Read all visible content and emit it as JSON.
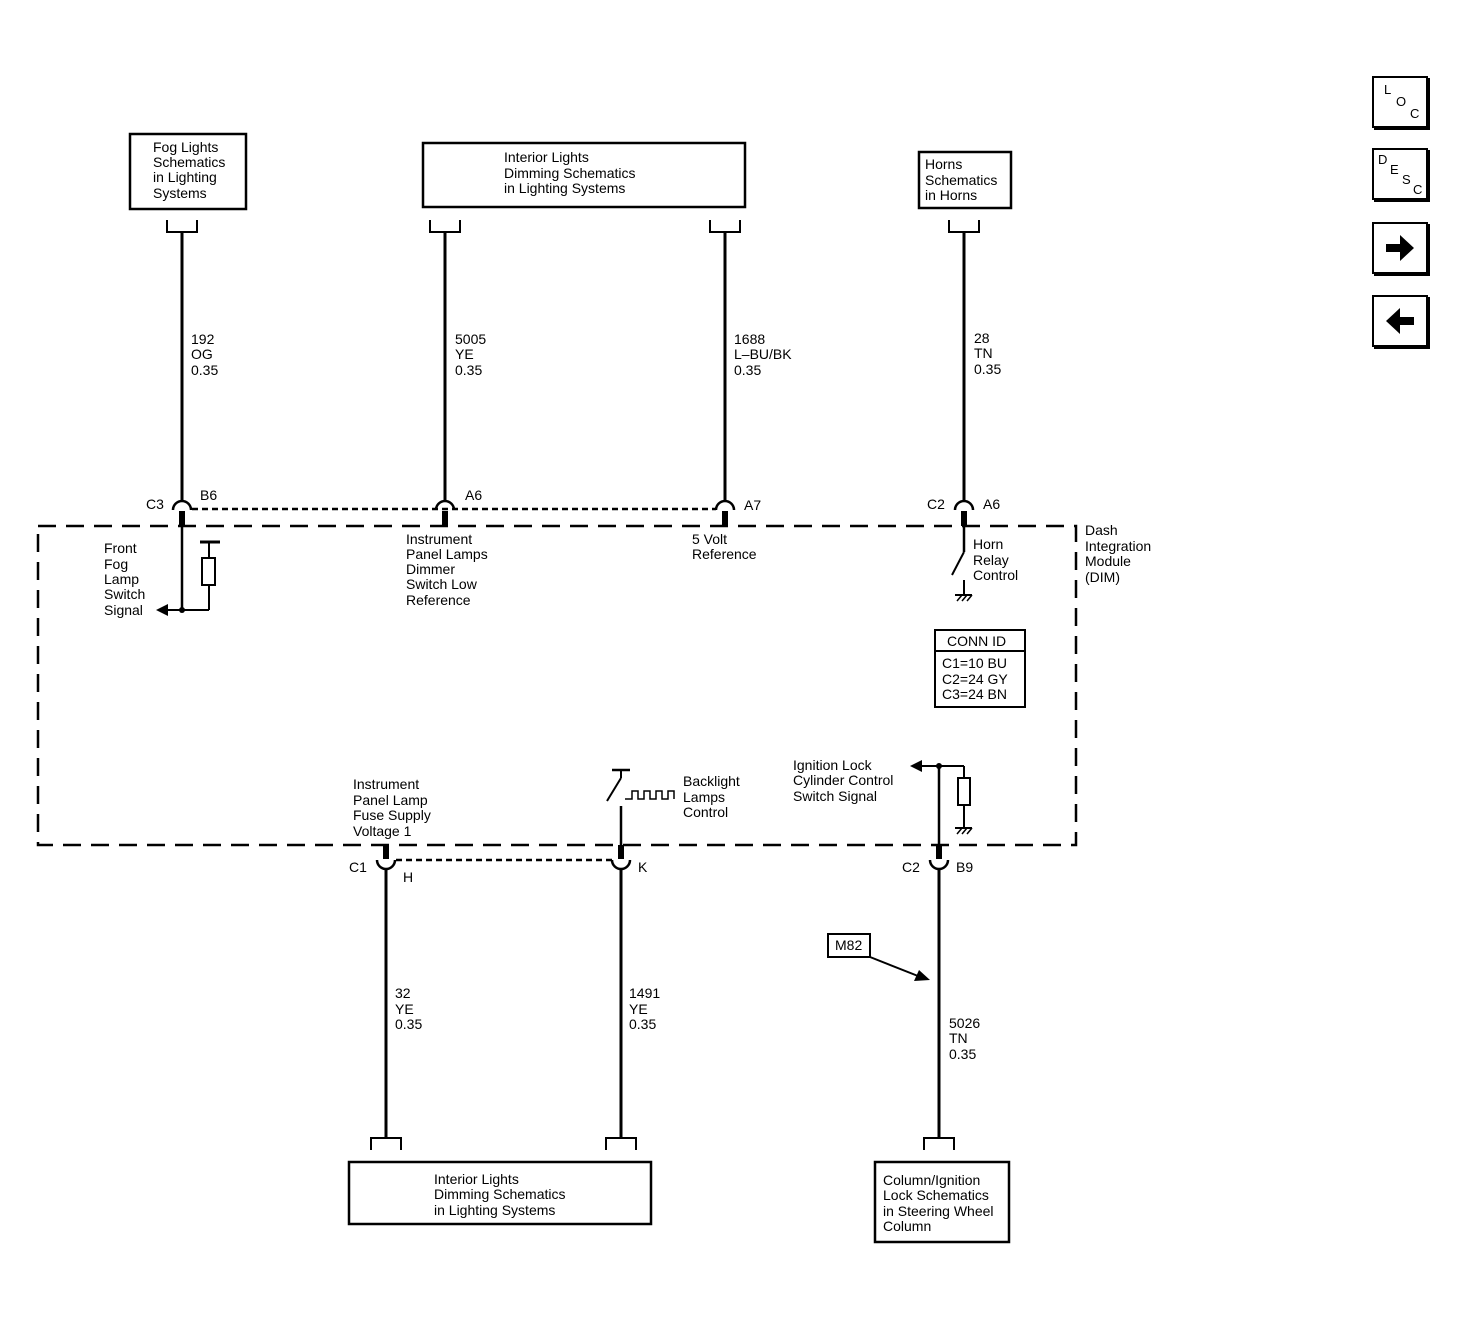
{
  "nav": {
    "loc": {
      "l1": "L",
      "l2": "O",
      "l3": "C"
    },
    "desc": {
      "l1": "D",
      "l2": "E",
      "l3": "S",
      "l4": "C"
    }
  },
  "boxes": {
    "fog_top": [
      "Fog Lights",
      "Schematics",
      "in Lighting",
      "Systems"
    ],
    "interior_top": [
      "Interior Lights",
      "Dimming Schematics",
      "in Lighting Systems"
    ],
    "horns_top": [
      "Horns",
      "Schematics",
      "in Horns"
    ],
    "interior_bottom": [
      "Interior Lights",
      "Dimming Schematics",
      "in Lighting Systems"
    ],
    "column_bottom": [
      "Column/Ignition",
      "Lock Schematics",
      "in Steering Wheel",
      "Column"
    ]
  },
  "wires": {
    "w192": [
      "192",
      "OG",
      "0.35"
    ],
    "w5005": [
      "5005",
      "YE",
      "0.35"
    ],
    "w1688": [
      "1688",
      "L–BU/BK",
      "0.35"
    ],
    "w28": [
      "28",
      "TN",
      "0.35"
    ],
    "w32": [
      "32",
      "YE",
      "0.35"
    ],
    "w1491": [
      "1491",
      "YE",
      "0.35"
    ],
    "w5026": [
      "5026",
      "TN",
      "0.35"
    ]
  },
  "connectors": {
    "c3": "C3",
    "b6": "B6",
    "a6": "A6",
    "a7": "A7",
    "c2_top": "C2",
    "a6_horn": "A6",
    "c1": "C1",
    "h": "H",
    "k": "K",
    "c2_bot": "C2",
    "b9": "B9"
  },
  "module": [
    "Dash",
    "Integration",
    "Module",
    "(DIM)"
  ],
  "circuits": {
    "front_fog": [
      "Front",
      "Fog",
      "Lamp",
      "Switch",
      "Signal"
    ],
    "ip_dimmer": [
      "Instrument",
      "Panel Lamps",
      "Dimmer",
      "Switch Low",
      "Reference"
    ],
    "five_volt": [
      "5 Volt",
      "Reference"
    ],
    "horn_relay": [
      "Horn",
      "Relay",
      "Control"
    ],
    "ip_fuse": [
      "Instrument",
      "Panel Lamp",
      "Fuse Supply",
      "Voltage 1"
    ],
    "backlight": [
      "Backlight",
      "Lamps",
      "Control"
    ],
    "ign_lock": [
      "Ignition Lock",
      "Cylinder Control",
      "Switch Signal"
    ]
  },
  "conn_id": {
    "title": "CONN ID",
    "rows": [
      "C1=10 BU",
      "C2=24 GY",
      "C3=24 BN"
    ]
  },
  "option": "M82"
}
